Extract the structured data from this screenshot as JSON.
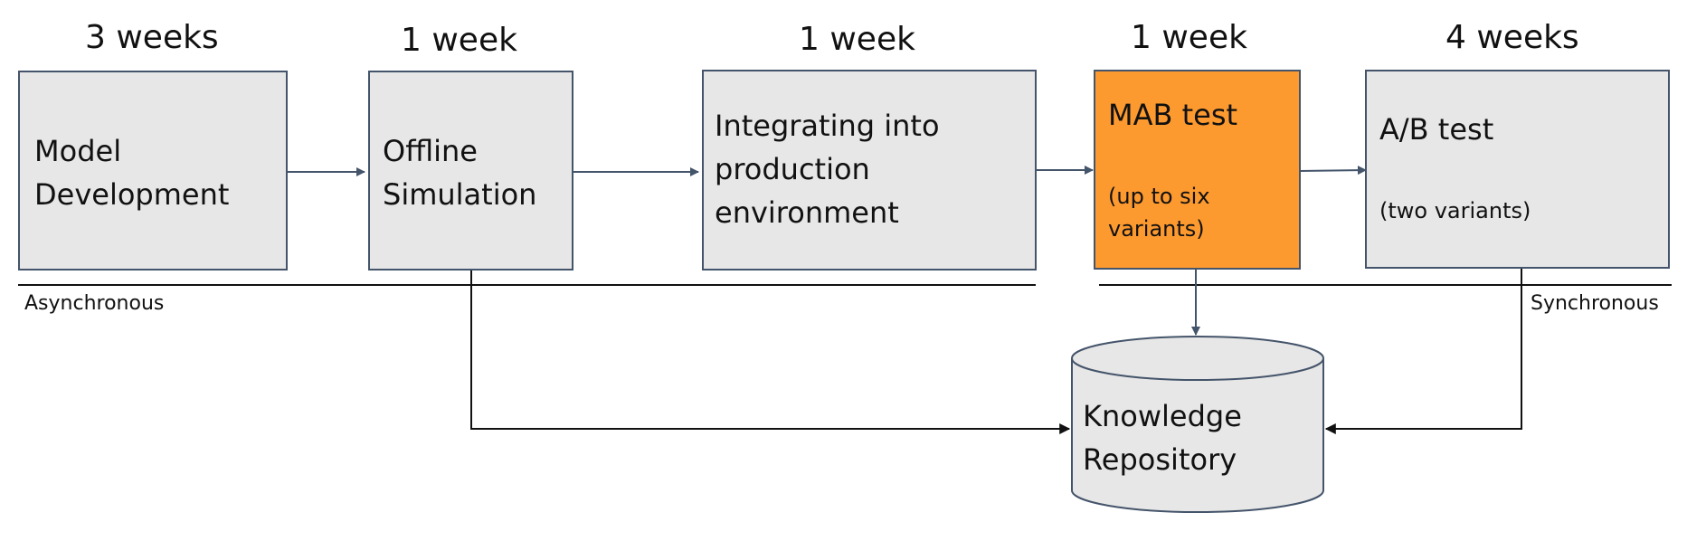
{
  "stages": [
    {
      "duration": "3 weeks",
      "title": "Model\nDevelopment",
      "note": ""
    },
    {
      "duration": "1 week",
      "title": "Offline\nSimulation",
      "note": ""
    },
    {
      "duration": "1 week",
      "title": "Integrating into\nproduction\nenvironment",
      "note": ""
    },
    {
      "duration": "1 week",
      "title": "MAB test",
      "note": "(up to six\nvariants)"
    },
    {
      "duration": "4 weeks",
      "title": "A/B test",
      "note": "(two variants)"
    }
  ],
  "zones": {
    "left": "Asynchronous",
    "right": "Synchronous"
  },
  "repository": {
    "label": "Knowledge\nRepository"
  },
  "colors": {
    "box_fill": "#e7e7e7",
    "box_stroke": "#44546a",
    "highlight_fill": "#fd9a2f",
    "connector": "#44546a"
  }
}
